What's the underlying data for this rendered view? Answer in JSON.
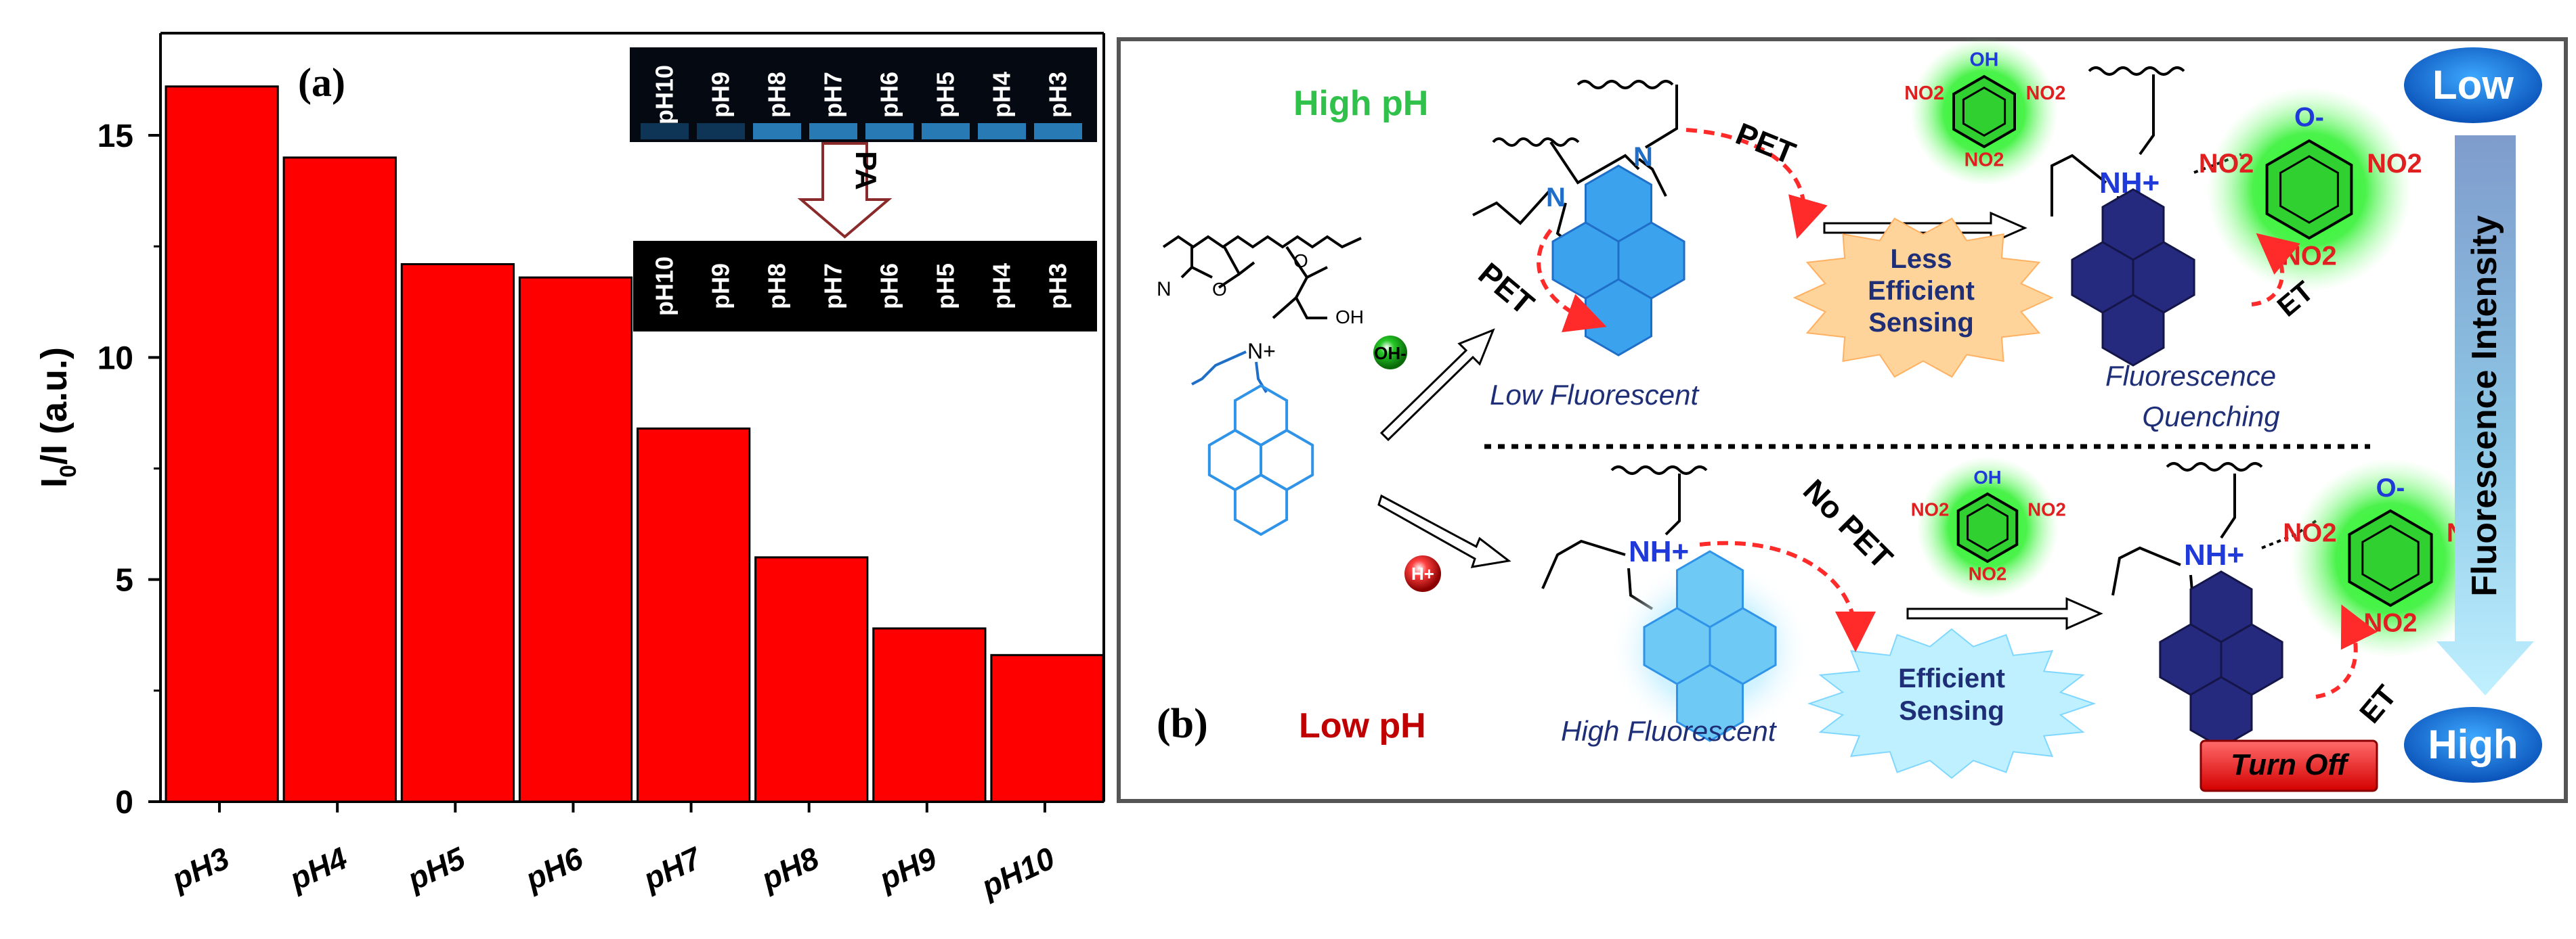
{
  "chart_data": {
    "type": "bar",
    "panel_label": "(a)",
    "categories": [
      "pH3",
      "pH4",
      "pH5",
      "pH6",
      "pH7",
      "pH8",
      "pH9",
      "pH10"
    ],
    "values": [
      16.1,
      14.5,
      12.1,
      11.8,
      8.4,
      5.5,
      3.9,
      3.3
    ],
    "ylabel": "I0/I (a.u.)",
    "ylim": [
      0,
      17.3
    ],
    "yticks": [
      0,
      5,
      10,
      15
    ],
    "bar_color": "#ff0000",
    "inset": {
      "vial_labels": [
        "pH10",
        "pH9",
        "pH8",
        "pH7",
        "pH6",
        "pH5",
        "pH4",
        "pH3"
      ],
      "arrow_label": "PA"
    }
  },
  "scheme": {
    "panel_label": "(b)",
    "high_ph": "High pH",
    "low_ph": "Low pH",
    "oh_label": "OH-",
    "h_label": "H+",
    "pet": "PET",
    "no_pet": "No PET",
    "et": "ET",
    "low_fluorescent": "Low Fluorescent",
    "high_fluorescent": "High Fluorescent",
    "less_efficient": [
      "Less",
      "Efficient",
      "Sensing"
    ],
    "efficient": [
      "Efficient",
      "Sensing"
    ],
    "quenching": [
      "Fluorescence",
      "Quenching"
    ],
    "turn_off": "Turn Off",
    "intensity_axis": "Fluorescence Intensity",
    "low_badge": "Low",
    "high_badge": "High",
    "nh_plus": "NH+",
    "no2": "NO2",
    "oh": "OH",
    "o_minus": "O-",
    "n_label": "N",
    "n_plus": "N+",
    "colors": {
      "high_ph": "#2fc14a",
      "low_ph": "#c00000",
      "accent_blue": "#1f6fc8",
      "pyrene": "#2f93e8",
      "pyrene_dark": "#262a7e",
      "red_arrow": "#ff2a2a",
      "turn_off": "#e81818"
    }
  }
}
